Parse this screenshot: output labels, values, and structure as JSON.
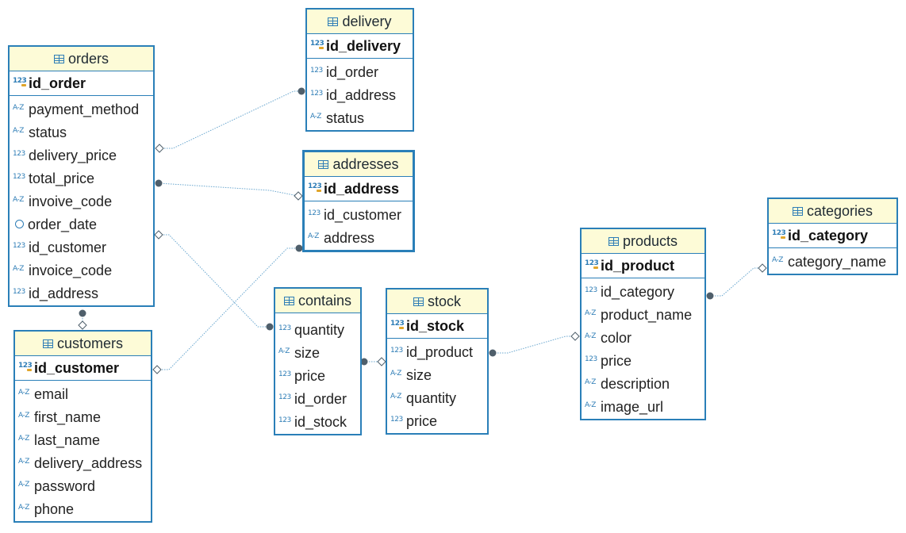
{
  "entities": {
    "delivery": {
      "name": "delivery",
      "pk": "id_delivery",
      "columns": [
        {
          "name": "id_order",
          "type": "123"
        },
        {
          "name": "id_address",
          "type": "123"
        },
        {
          "name": "status",
          "type": "A-Z"
        }
      ]
    },
    "orders": {
      "name": "orders",
      "pk": "id_order",
      "columns": [
        {
          "name": "payment_method",
          "type": "A-Z"
        },
        {
          "name": "status",
          "type": "A-Z"
        },
        {
          "name": "delivery_price",
          "type": "123"
        },
        {
          "name": "total_price",
          "type": "123"
        },
        {
          "name": "invoive_code",
          "type": "A-Z"
        },
        {
          "name": "order_date",
          "type": "clock"
        },
        {
          "name": "id_customer",
          "type": "123"
        },
        {
          "name": "invoice_code",
          "type": "A-Z"
        },
        {
          "name": "id_address",
          "type": "123"
        }
      ]
    },
    "addresses": {
      "name": "addresses",
      "pk": "id_address",
      "columns": [
        {
          "name": "id_customer",
          "type": "123"
        },
        {
          "name": "address",
          "type": "A-Z"
        }
      ]
    },
    "categories": {
      "name": "categories",
      "pk": "id_category",
      "columns": [
        {
          "name": "category_name",
          "type": "A-Z"
        }
      ]
    },
    "products": {
      "name": "products",
      "pk": "id_product",
      "columns": [
        {
          "name": "id_category",
          "type": "123"
        },
        {
          "name": "product_name",
          "type": "A-Z"
        },
        {
          "name": "color",
          "type": "A-Z"
        },
        {
          "name": "price",
          "type": "123"
        },
        {
          "name": "description",
          "type": "A-Z"
        },
        {
          "name": "image_url",
          "type": "A-Z"
        }
      ]
    },
    "contains": {
      "name": "contains",
      "pk": "",
      "columns": [
        {
          "name": "quantity",
          "type": "123"
        },
        {
          "name": "size",
          "type": "A-Z"
        },
        {
          "name": "price",
          "type": "123"
        },
        {
          "name": "id_order",
          "type": "123"
        },
        {
          "name": "id_stock",
          "type": "123"
        }
      ]
    },
    "stock": {
      "name": "stock",
      "pk": "id_stock",
      "columns": [
        {
          "name": "id_product",
          "type": "123"
        },
        {
          "name": "size",
          "type": "A-Z"
        },
        {
          "name": "quantity",
          "type": "A-Z"
        },
        {
          "name": "price",
          "type": "123"
        }
      ]
    },
    "customers": {
      "name": "customers",
      "pk": "id_customer",
      "columns": [
        {
          "name": "email",
          "type": "A-Z"
        },
        {
          "name": "first_name",
          "type": "A-Z"
        },
        {
          "name": "last_name",
          "type": "A-Z"
        },
        {
          "name": "delivery_address",
          "type": "A-Z"
        },
        {
          "name": "password",
          "type": "A-Z"
        },
        {
          "name": "phone",
          "type": "A-Z"
        }
      ]
    }
  },
  "relationships": [
    {
      "from": "orders",
      "to": "delivery"
    },
    {
      "from": "orders",
      "to": "addresses"
    },
    {
      "from": "orders",
      "to": "contains"
    },
    {
      "from": "orders",
      "to": "customers"
    },
    {
      "from": "customers",
      "to": "addresses"
    },
    {
      "from": "contains",
      "to": "stock"
    },
    {
      "from": "stock",
      "to": "products"
    },
    {
      "from": "products",
      "to": "categories"
    }
  ],
  "colors": {
    "border": "#2a7fb8",
    "header": "#fdfbd7",
    "link": "#6aa7cf",
    "dot": "#4f5f6b"
  }
}
